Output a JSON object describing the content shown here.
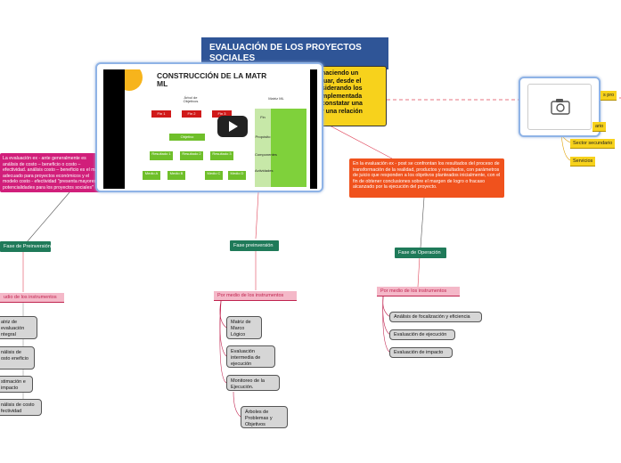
{
  "title": "EVALUACIÓN DE LOS PROYECTOS SOCIALES",
  "yellow_lines": [
    "haciendo un",
    "luar, desde el",
    "siderando los",
    "mplementada",
    "constatar una",
    "r una relación"
  ],
  "magenta_text": "La evaluación ex - ante generalmente es análisis de costo – beneficio o costo – efectividad. análisis costo – beneficio es el más adecuado para proyectos económicos y el modelo costo - efectividad \"presenta mayores potencialidades para los proyectos sociales\"",
  "orange_text": "En la evaluación ex - post se confrontan los resultados del proceso de transformación de la realidad, productos y resultados, con parámetros de juicio que responden a los objetivos planteados inicialmente, con el fin de obtener conclusiones sobre el margen de logro o fracaso alcanzado por la ejecución del proyecto.",
  "video": {
    "slide_title_line1": "CONSTRUCCIÓN DE LA MATR",
    "slide_title_line2": "ML",
    "arbol_label_1": "Árbol de",
    "arbol_label_2": "Objetivos",
    "matriz_label": "Matriz ML",
    "fin_boxes": [
      "Fin 1",
      "Fin 2",
      "Fin 3"
    ],
    "objetivo_label": "Objetivo",
    "resultados": [
      "Resultado 1",
      "Resultado 2",
      "Resultado 3"
    ],
    "medios": [
      "Medio A",
      "Medio B",
      "Medio C",
      "Medio D"
    ],
    "matrix_rows": [
      "Fin",
      "Propósito",
      "Componentes",
      "Actividades"
    ]
  },
  "phases": {
    "left": "Fase de Preinversión",
    "center": "Fase preinversión",
    "right": "Fase de Operación"
  },
  "pink": {
    "left": "udio de los instrumentos",
    "center": "Por medio de los instrumentos",
    "right": "Por medio de los instrumentos"
  },
  "left_items": [
    "atriz de evaluación ntegral",
    "nálisis de osto eneficio",
    "stimación e impacto",
    "nálisis de costo fectividad"
  ],
  "center_items": [
    "Matriz de Marco Lógico",
    "Evaluación intermedia de ejecución",
    "Monitoreo de la Ejecución.",
    "Árboles de Problemas y Objetivos"
  ],
  "right_items": [
    "Análisis de focalización y eficiencia",
    "Evaluación de ejecución",
    "Evaluación de impacto"
  ],
  "top_right": {
    "partial_label": "s pro",
    "items": [
      "ario",
      "Sector secundario",
      "Servicios"
    ]
  },
  "colors": {
    "title_bg": "#2f5597",
    "yellow": "#f7d21c",
    "magenta": "#d11e7a",
    "orange": "#f0521d",
    "phase_green": "#1f7a59",
    "pink": "#f4b8c8"
  },
  "icons": {
    "camera": "camera-icon",
    "play": "play-icon"
  }
}
